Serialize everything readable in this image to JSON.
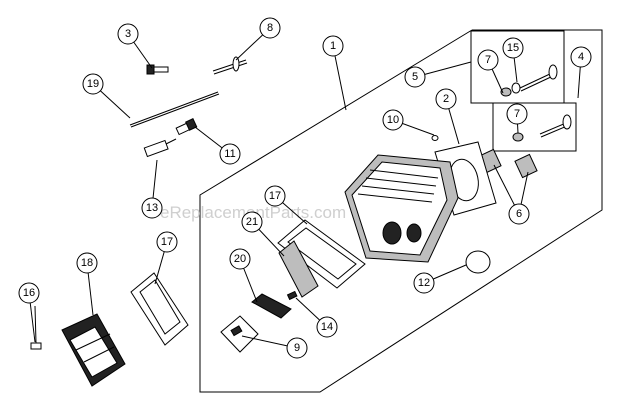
{
  "watermark": "eReplacementParts.com",
  "callouts": [
    "3",
    "8",
    "1",
    "15",
    "7",
    "4",
    "5",
    "19",
    "2",
    "10",
    "7",
    "11",
    "13",
    "17",
    "6",
    "21",
    "17",
    "12",
    "18",
    "20",
    "16",
    "14",
    "9"
  ]
}
